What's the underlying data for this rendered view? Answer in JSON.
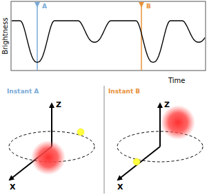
{
  "diagram": {
    "labels": [
      "A",
      "B",
      "Brightness",
      "Time",
      "Instant A",
      "Instant B",
      "Z",
      "X",
      "Z",
      "X"
    ]
  }
}
